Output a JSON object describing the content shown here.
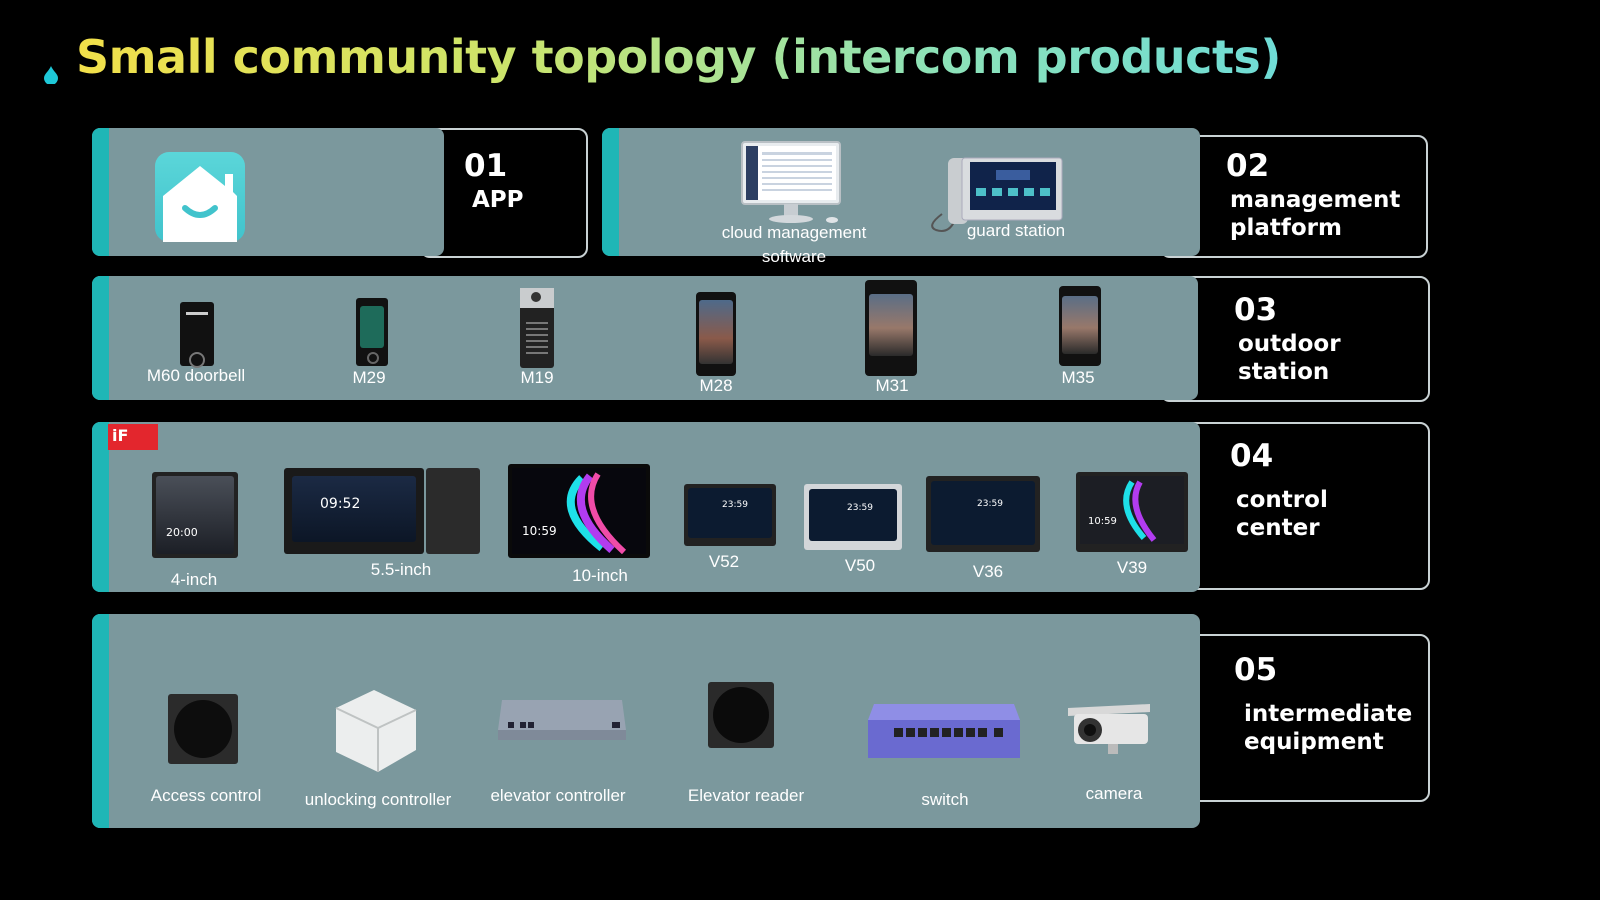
{
  "title": "Small community topology (intercom products)",
  "colors": {
    "panel": "#7b989d",
    "accent": "#1fb6b6",
    "border": "#c9d2d4",
    "title_start": "#f2e04a",
    "title_end": "#6fdcd6"
  },
  "sections": [
    {
      "num": "01",
      "name": "APP",
      "icon": "app-home-icon"
    },
    {
      "num": "02",
      "name_l1": "management",
      "name_l2": "platform",
      "items": [
        {
          "label_l1": "cloud management",
          "label_l2": "software"
        },
        {
          "label": "guard station"
        }
      ]
    },
    {
      "num": "03",
      "name_l1": "outdoor",
      "name_l2": "station",
      "items": [
        "M60 doorbell",
        "M29",
        "M19",
        "M28",
        "M31",
        "M35"
      ]
    },
    {
      "num": "04",
      "name_l1": "control",
      "name_l2": "center",
      "badge": "iF",
      "items": [
        "4-inch",
        "5.5-inch",
        "10-inch",
        "V52",
        "V50",
        "V36",
        "V39"
      ],
      "screen_times": [
        "20:00",
        "09:52",
        "10:59",
        "23:59",
        "23:59",
        "23:59",
        "10:59"
      ]
    },
    {
      "num": "05",
      "name_l1": "intermediate",
      "name_l2": "equipment",
      "items": [
        "Access control",
        "unlocking controller",
        "elevator controller",
        "Elevator reader",
        "switch",
        "camera"
      ]
    }
  ]
}
